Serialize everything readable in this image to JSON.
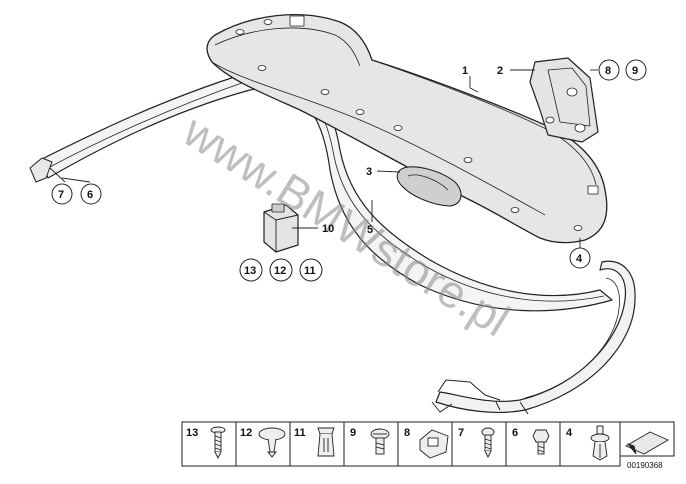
{
  "watermark": "www.BMWstore.pl",
  "callouts": {
    "c1": "1",
    "c2": "2",
    "c3": "3",
    "c4": "4",
    "c5": "5",
    "c10": "10"
  },
  "circles": {
    "c7": "7",
    "c6": "6",
    "c8": "8",
    "c9": "9",
    "c4": "4",
    "c13": "13",
    "c12": "12",
    "c11": "11"
  },
  "parts_strip": [
    "13",
    "12",
    "11",
    "9",
    "8",
    "7",
    "6",
    "4"
  ],
  "ref_number": "00190368"
}
